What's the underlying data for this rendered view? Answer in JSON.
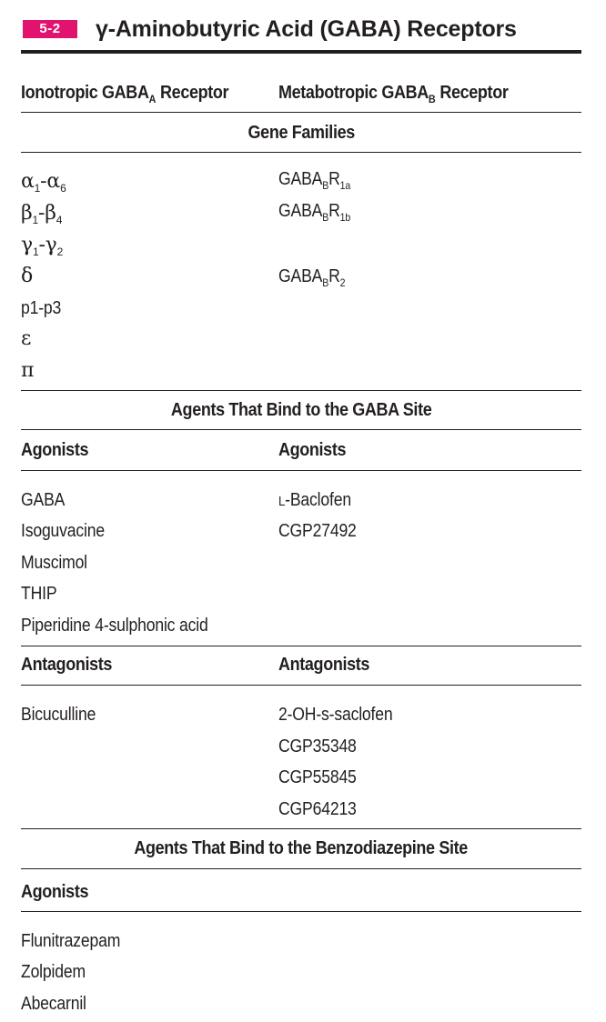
{
  "table_number": "5-2",
  "title": "γ-Aminobutyric Acid (GABA) Receptors",
  "columns": {
    "left": {
      "text": "Ionotropic GABA",
      "sub": "A",
      "suffix": " Receptor"
    },
    "right": {
      "text": "Metabotropic GABA",
      "sub": "B",
      "suffix": " Receptor"
    }
  },
  "sections": {
    "gene_families": "Gene Families",
    "gaba_site": "Agents That Bind to the GABA Site",
    "benzo_site": "Agents That Bind to the Benzodiazepine Site"
  },
  "gene_families": {
    "ionotropic": [
      {
        "a": "α",
        "asub": "1",
        "dash": "-",
        "b": "α",
        "bsub": "6"
      },
      {
        "a": "β",
        "asub": "1",
        "dash": "-",
        "b": "β",
        "bsub": "4"
      },
      {
        "a": "γ",
        "asub": "1",
        "dash": "-",
        "b": "γ",
        "bsub": "2"
      },
      {
        "a": "δ"
      },
      {
        "a": "p1-p3"
      },
      {
        "a": "ε"
      },
      {
        "a": "π"
      }
    ],
    "metabotropic": [
      {
        "base": "GABA",
        "sub1": "B",
        "r": "R",
        "sub2": "1a"
      },
      {
        "base": "GABA",
        "sub1": "B",
        "r": "R",
        "sub2": "1b"
      },
      {
        "base": "GABA",
        "sub1": "B",
        "r": "R",
        "sub2": "2"
      }
    ]
  },
  "gaba_site": {
    "agonists_label_left": "Agonists",
    "agonists_label_right": "Agonists",
    "agonists_left": [
      "GABA",
      "Isoguvacine",
      "Muscimol",
      "THIP",
      "Piperidine 4-sulphonic acid"
    ],
    "agonists_right": {
      "prefix": "L",
      "rest": "-Baclofen",
      "second": "CGP27492"
    },
    "antagonists_label_left": "Antagonists",
    "antagonists_label_right": "Antagonists",
    "antagonists_left": [
      "Bicuculline"
    ],
    "antagonists_right": [
      "2-OH-s-saclofen",
      "CGP35348",
      "CGP55845",
      "CGP64213"
    ]
  },
  "benzo_site": {
    "agonists_label": "Agonists",
    "agonists": [
      "Flunitrazepam",
      "Zolpidem",
      "Abecarnil"
    ]
  }
}
